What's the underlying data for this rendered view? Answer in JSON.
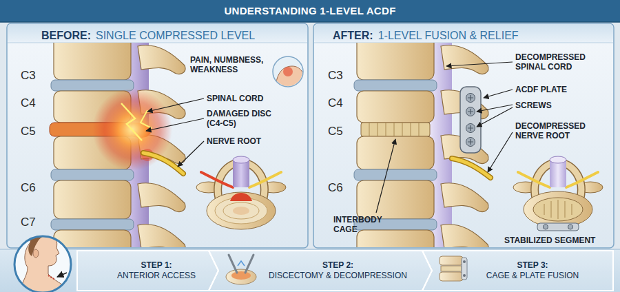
{
  "diagram": {
    "title": "UNDERSTANDING 1-LEVEL ACDF",
    "nodes": [
      {
        "text": [
          "BEFORE:",
          "SINGLE COMPRESSED LEVEL"
        ]
      },
      {
        "text": [
          "AFTER:",
          "1-LEVEL FUSION & RELIEF"
        ]
      },
      {
        "text": [
          "STEP 1:",
          "ANTERIOR ACCESS"
        ]
      },
      {
        "text": [
          "STEP 2:",
          "DISCECTOMY & DECOMPRESSION"
        ]
      },
      {
        "text": [
          "STEP 3:",
          "CAGE & PLATE FUSION"
        ]
      }
    ],
    "labels": [
      "C3",
      "C4",
      "C5",
      "C6",
      "C7",
      "PAIN, NUMBNESS, WEAKNESS",
      "SPINAL CORD",
      "DAMAGED DISC (C4-C5)",
      "NERVE ROOT",
      "C3",
      "C4",
      "C5",
      "C6",
      "DECOMPRESSED SPINAL CORD",
      "ACDF PLATE",
      "SCREWS",
      "DECOMPRESSED NERVE ROOT",
      "INTERBODY CAGE",
      "STABILIZED SEGMENT"
    ]
  }
}
